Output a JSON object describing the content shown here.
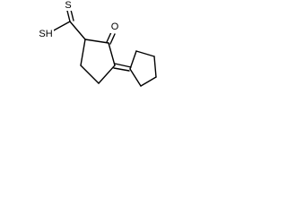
{
  "molecule": {
    "atoms": {
      "thione_s": "S",
      "thiol_sh": "SH",
      "ketone_o": "O"
    }
  }
}
